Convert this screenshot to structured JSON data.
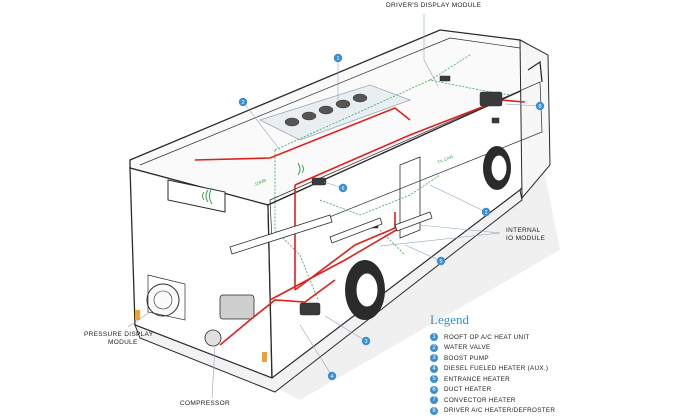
{
  "labels": {
    "drivers_display_module": "DRIVER'S DISPLAY MODULE",
    "internal_io_module_line1": "INTERNAL",
    "internal_io_module_line2": "IO MODULE",
    "pressure_display_line1": "PRESSURE DISPLAY",
    "pressure_display_line2": "MODULE",
    "compressor": "COMPRESSOR",
    "can_tag_1": "TX CAN",
    "can_tag_2": "J1939"
  },
  "legend": {
    "title": "Legend",
    "items": [
      {
        "number": "1",
        "text": "ROOFT OP A/C HEAT UNIT"
      },
      {
        "number": "2",
        "text": "WATER VALVE"
      },
      {
        "number": "3",
        "text": "BOOST PUMP"
      },
      {
        "number": "4",
        "text": "DIESEL FUELED HEATER (AUX.)"
      },
      {
        "number": "5",
        "text": "ENTRANCE HEATER"
      },
      {
        "number": "6",
        "text": "DUCT HEATER"
      },
      {
        "number": "7",
        "text": "CONVECTOR HEATER"
      },
      {
        "number": "8",
        "text": "DRIVER A/C HEATER/DEFROSTER"
      }
    ]
  },
  "callouts": [
    "1",
    "2",
    "2",
    "3",
    "4",
    "5",
    "6",
    "8"
  ],
  "colors": {
    "accent_blue": "#3a8fd0",
    "pipe_red": "#e0201b",
    "wire_green": "#3aa655",
    "outline": "#2b2b2b"
  }
}
